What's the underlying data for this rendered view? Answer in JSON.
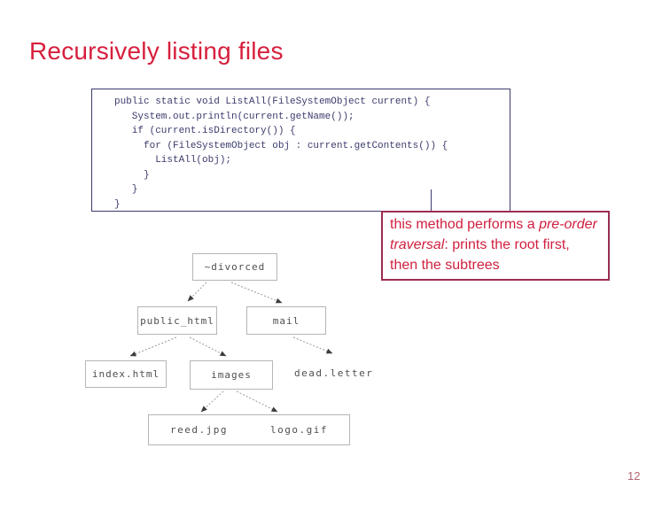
{
  "slide": {
    "title": "Recursively listing files",
    "page_number": "12"
  },
  "code_box": {
    "language": "java",
    "lines": [
      "public static void ListAll(FileSystemObject current) {",
      "   System.out.println(current.getName());",
      "   if (current.isDirectory()) {",
      "     for (FileSystemObject obj : current.getContents()) {",
      "       ListAll(obj);",
      "     }",
      "   }",
      "}"
    ]
  },
  "callout": {
    "text_before": "this method performs a ",
    "italic_text": "pre-order traversal",
    "text_after": ": prints the root first, then the subtrees"
  },
  "tree": {
    "nodes": [
      {
        "id": "root",
        "label": "~divorced",
        "boxed": true
      },
      {
        "id": "public_html",
        "label": "public_html",
        "boxed": true
      },
      {
        "id": "mail",
        "label": "mail",
        "boxed": true
      },
      {
        "id": "index_html",
        "label": "index.html",
        "boxed": true
      },
      {
        "id": "images",
        "label": "images",
        "boxed": true
      },
      {
        "id": "dead_letter",
        "label": "dead.letter",
        "boxed": false
      },
      {
        "id": "reed_jpg",
        "label": "reed.jpg",
        "boxed": true
      },
      {
        "id": "logo_gif",
        "label": "logo.gif",
        "boxed": true
      }
    ],
    "edges": [
      {
        "from": "root",
        "to": "public_html"
      },
      {
        "from": "root",
        "to": "mail"
      },
      {
        "from": "public_html",
        "to": "index_html"
      },
      {
        "from": "public_html",
        "to": "images"
      },
      {
        "from": "mail",
        "to": "dead_letter"
      },
      {
        "from": "images",
        "to": "reed_jpg"
      },
      {
        "from": "images",
        "to": "logo_gif"
      }
    ]
  },
  "colors": {
    "title_red": "#d71f3d",
    "callout_border": "#9b2d55",
    "callout_text": "#d0203f",
    "code_navy": "#3b3b6d",
    "diagram_gray": "#4f4f4f",
    "page_number": "#b26472"
  }
}
